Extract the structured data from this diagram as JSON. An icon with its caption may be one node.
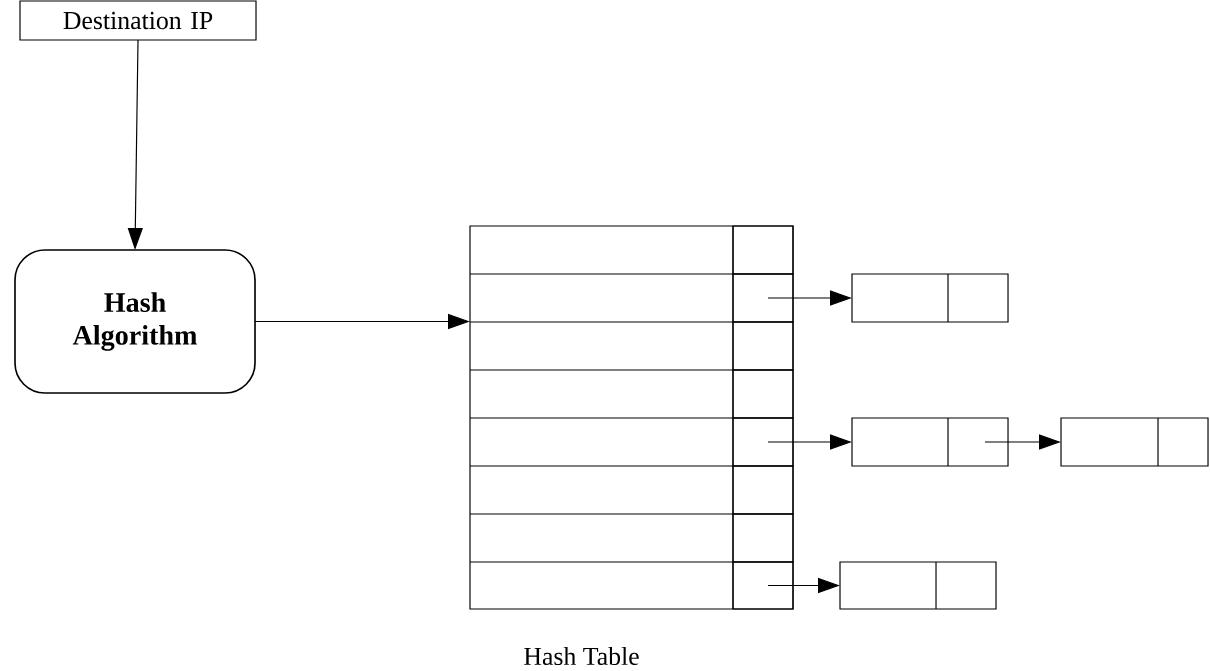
{
  "diagram": {
    "nodes": [
      {
        "text": [
          "Destination IP"
        ]
      },
      {
        "text": [
          "Hash Algorithm"
        ]
      },
      {
        "text": [],
        "shape": "box",
        "beside": [
          "Hash Table"
        ]
      },
      {
        "text": [],
        "shape": "box",
        "in": 2
      },
      {
        "text": [],
        "shape": "box",
        "in": 2
      },
      {
        "text": [],
        "shape": "box",
        "in": 2
      },
      {
        "text": [],
        "shape": "box",
        "in": 2
      },
      {
        "text": [],
        "shape": "box",
        "in": 2
      },
      {
        "text": [],
        "shape": "box",
        "in": 2
      },
      {
        "text": [],
        "shape": "box",
        "in": 2
      },
      {
        "text": [],
        "shape": "box",
        "in": 2
      },
      {
        "text": [],
        "shape": "box"
      },
      {
        "text": [],
        "shape": "box"
      },
      {
        "text": [],
        "shape": "box"
      },
      {
        "text": [],
        "shape": "box"
      }
    ],
    "edges": [
      {
        "from": 0,
        "to": 1,
        "arrow": "to"
      },
      {
        "from": 1,
        "to": 2,
        "arrow": "to"
      },
      {
        "from": 4,
        "to": 11,
        "arrow": "to"
      },
      {
        "from": 7,
        "to": 12,
        "arrow": "to"
      },
      {
        "from": 12,
        "to": 13,
        "arrow": "to"
      },
      {
        "from": 10,
        "to": 14,
        "arrow": "to"
      }
    ]
  }
}
